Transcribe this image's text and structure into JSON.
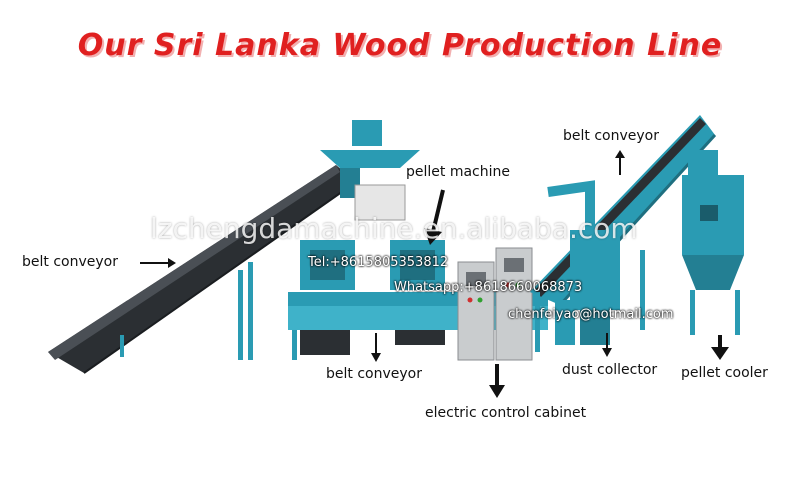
{
  "title": "Our Sri Lanka Wood Production Line",
  "watermarks": {
    "site": "lzchengdamachine.en.alibaba.com",
    "phone": "Tel:+8615805353812",
    "whatsapp": "Whatsapp:+8618660068873",
    "email": "chenfeiyao@hotmail.com"
  },
  "labels": {
    "belt_conveyor_left": "belt conveyor",
    "belt_conveyor_bottom": "belt conveyor",
    "belt_conveyor_top": "belt conveyor",
    "pellet_machine": "pellet machine",
    "dust_collector": "dust collector",
    "pellet_cooler": "pellet cooler",
    "electric_control_cabinet": "electric control cabinet"
  },
  "colors": {
    "title": "#e02020",
    "machine_teal": "#2a9bb3",
    "belt_dark": "#2b2f33",
    "cabinet_grey": "#c9ccce"
  }
}
